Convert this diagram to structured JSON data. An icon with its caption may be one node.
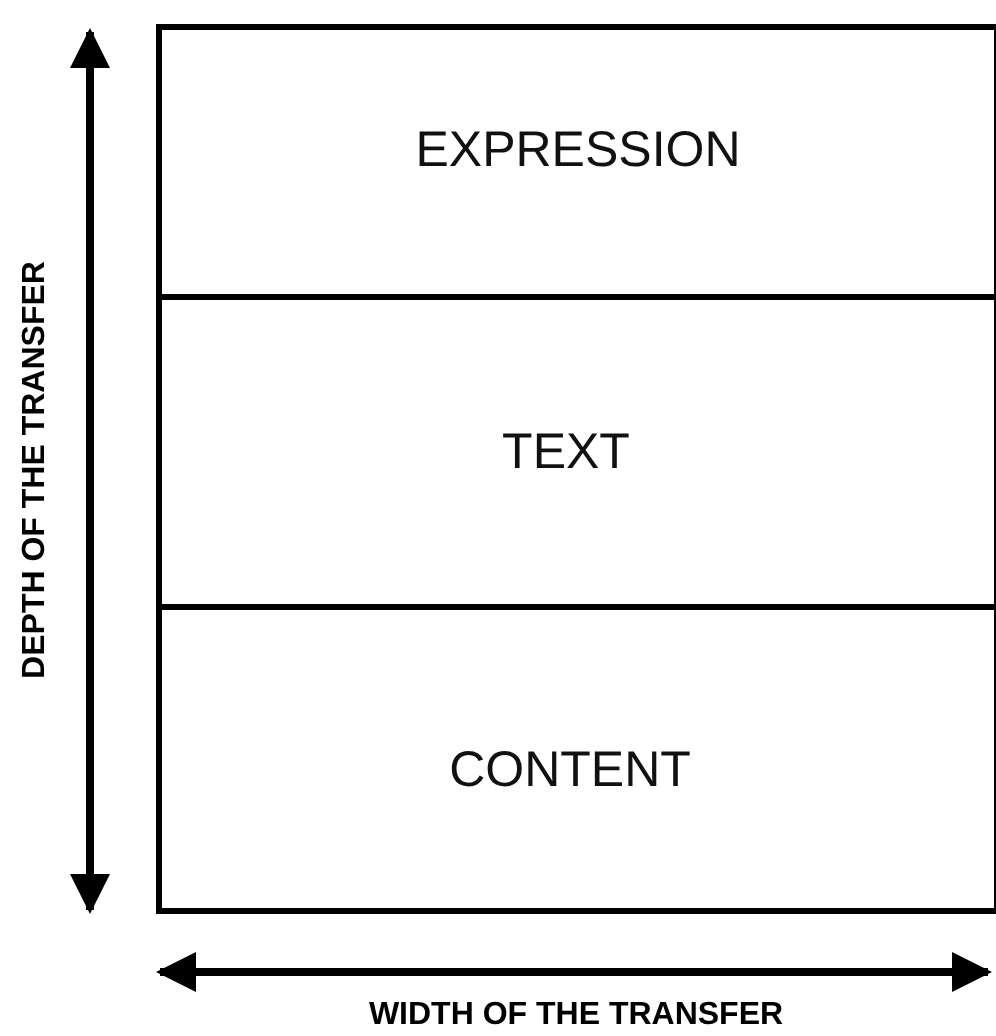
{
  "diagram": {
    "nodes": [
      {
        "text": [
          "EXPRESSION"
        ]
      },
      {
        "text": [
          "TEXT"
        ]
      },
      {
        "text": [
          "CONTENT"
        ]
      }
    ],
    "labels": [
      "DEPTH OF THE TRANSFER",
      "WIDTH OF THE TRANSFER"
    ]
  }
}
